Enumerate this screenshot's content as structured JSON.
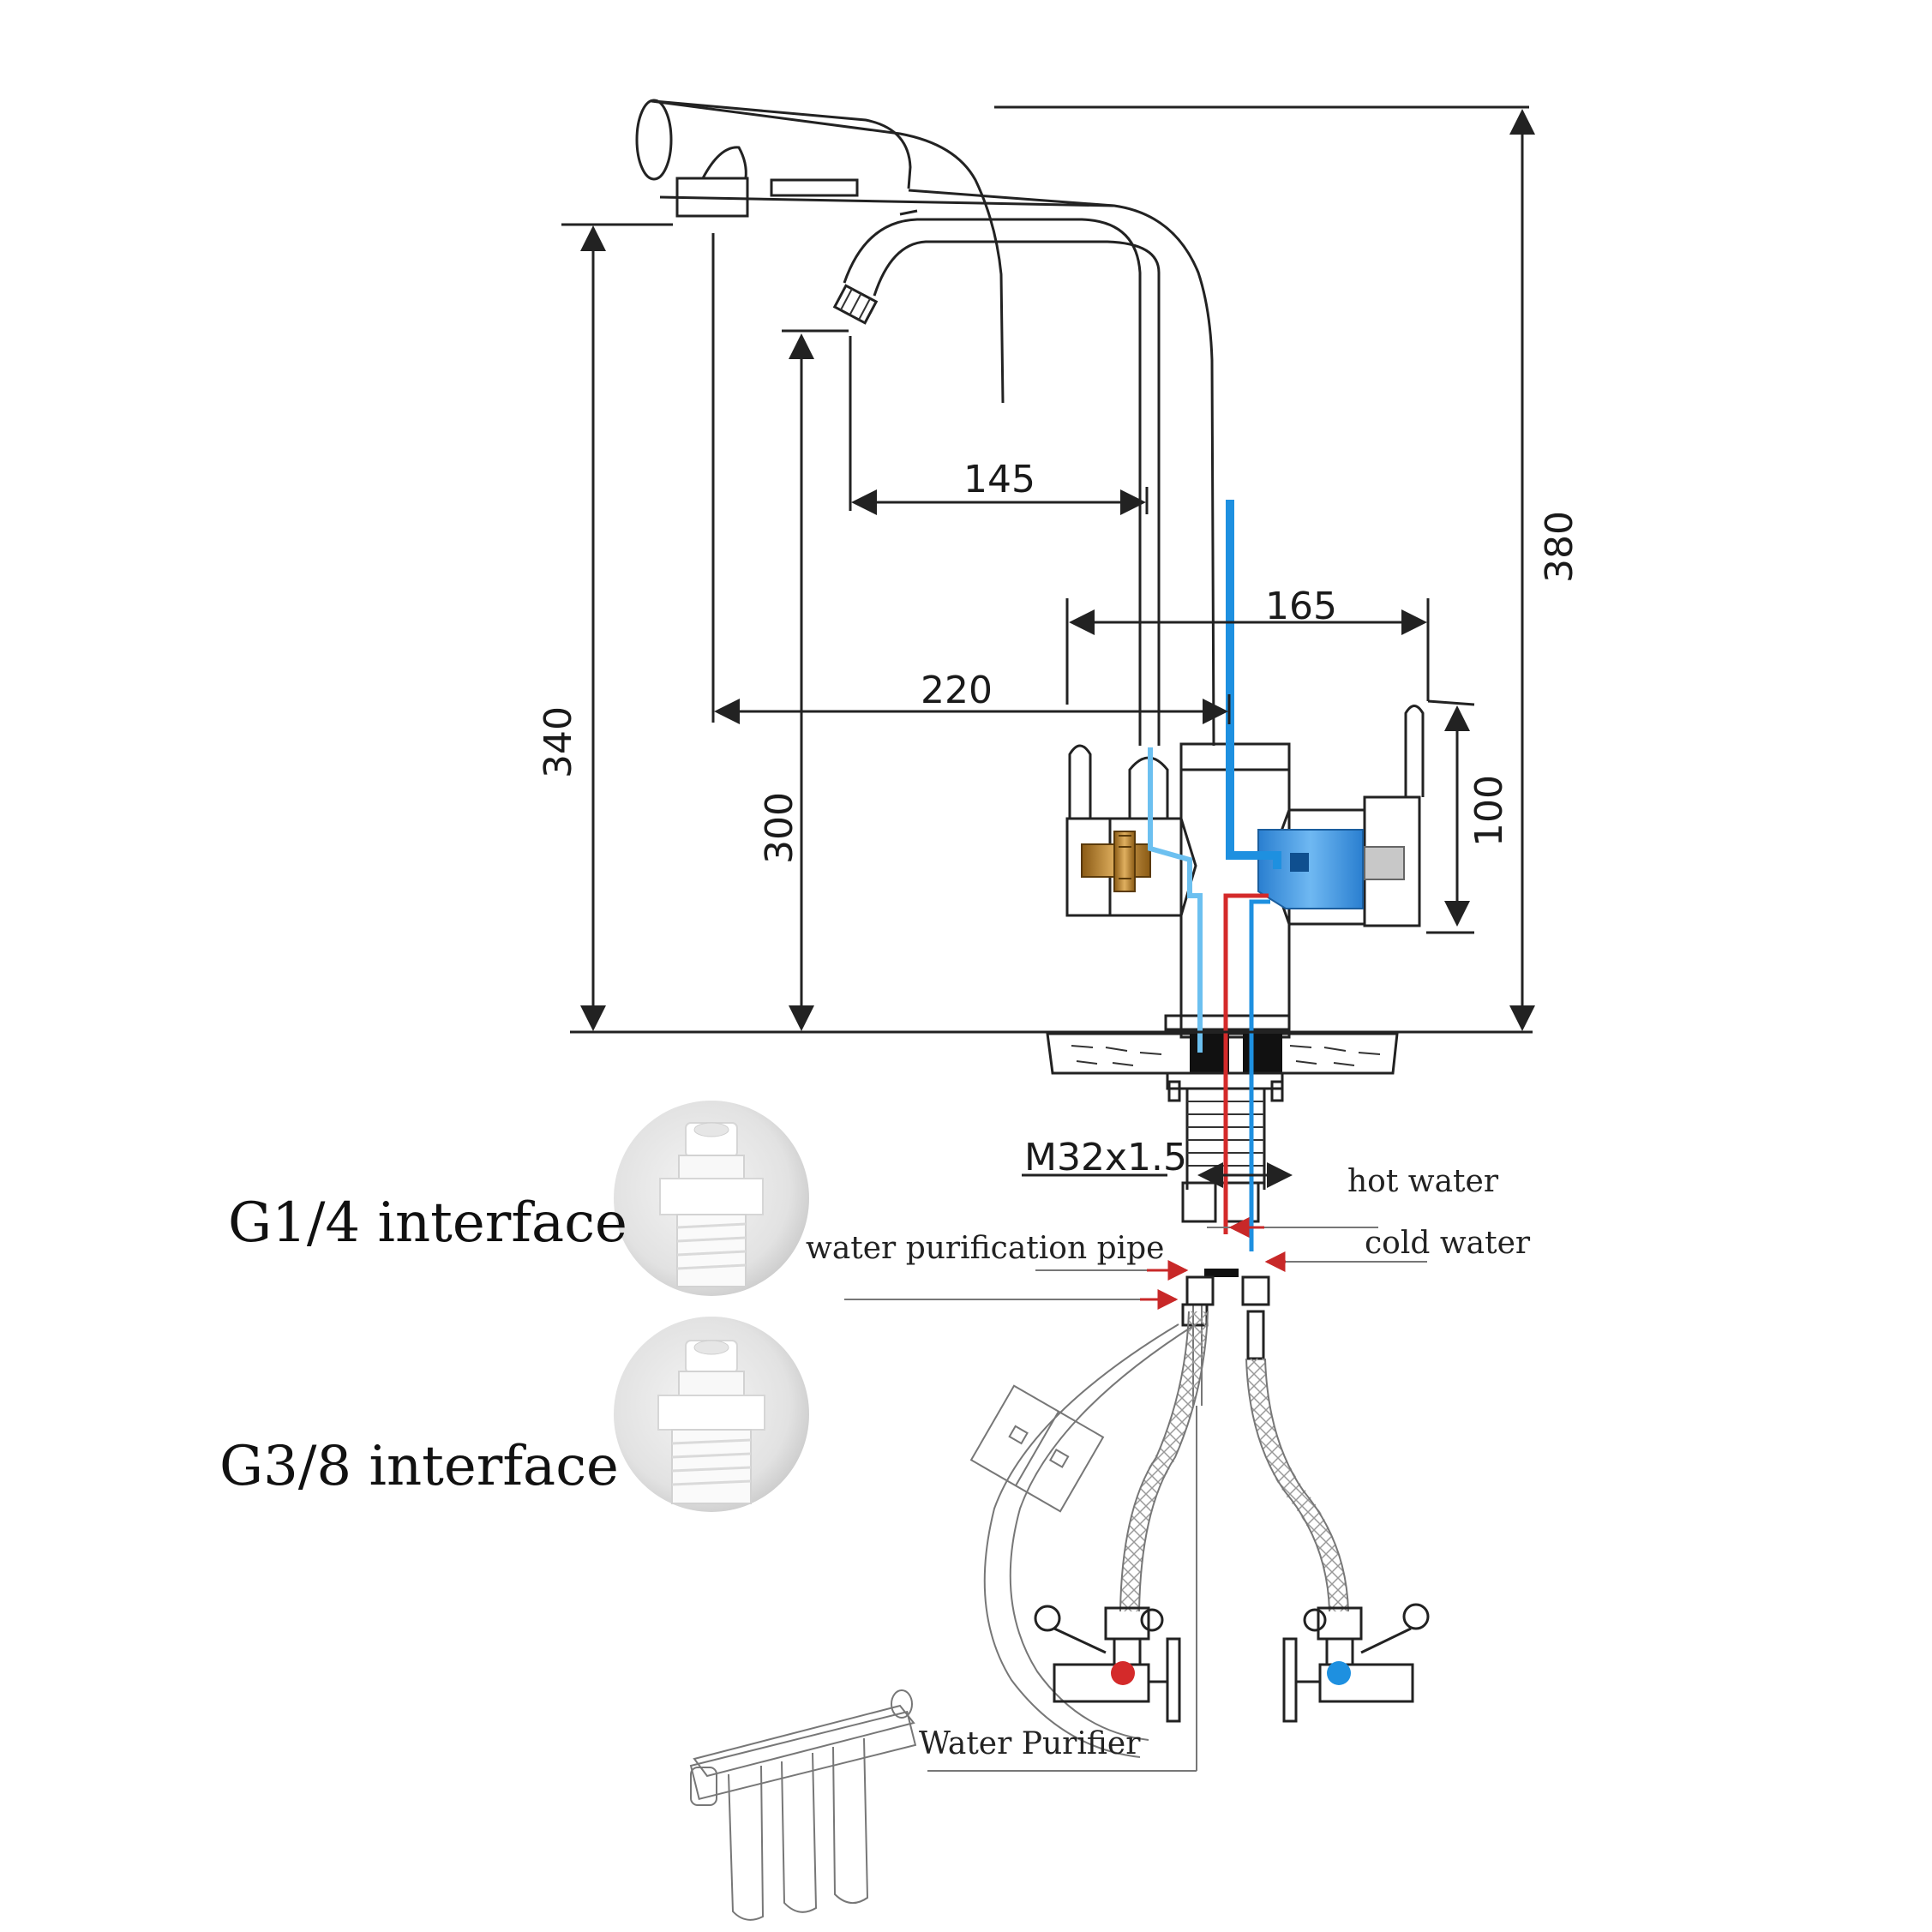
{
  "dimensions": {
    "d145": "145",
    "d165": "165",
    "d220": "220",
    "d380": "380",
    "d340": "340",
    "d300": "300",
    "d100": "100",
    "thread": "M32x1.5"
  },
  "labels": {
    "hot_water": "hot water",
    "cold_water": "cold water",
    "water_purification_pipe": "water purification pipe",
    "water_purifier": "Water Purifier",
    "g14": "G1/4 interface",
    "g38": "G3/8 interface"
  },
  "colors": {
    "cold": "#1e90e0",
    "cold_light": "#6cc0f0",
    "hot": "#d42a2a",
    "line": "#222222"
  },
  "icons": {
    "faucet": "faucet-drawing",
    "g14": "g14-fitting-photo",
    "g38": "g38-fitting-photo",
    "purifier": "water-purifier-drawing"
  }
}
